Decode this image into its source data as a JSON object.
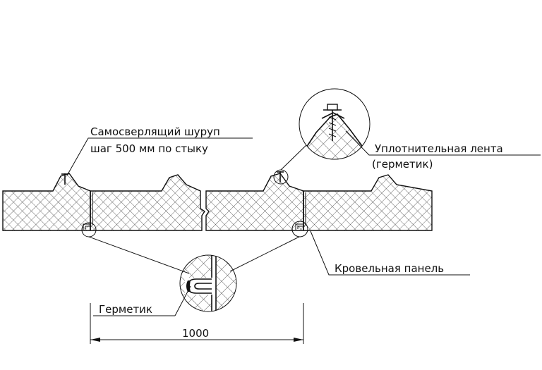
{
  "labels": {
    "screw_line1": "Самосверлящий шуруп",
    "screw_line2": "шаг 500 мм по стыку",
    "tape_line1": "Уплотнительная лента",
    "tape_line2": "(герметик)",
    "panel": "Кровельная панель",
    "sealant": "Герметик",
    "dimension": "1000"
  }
}
